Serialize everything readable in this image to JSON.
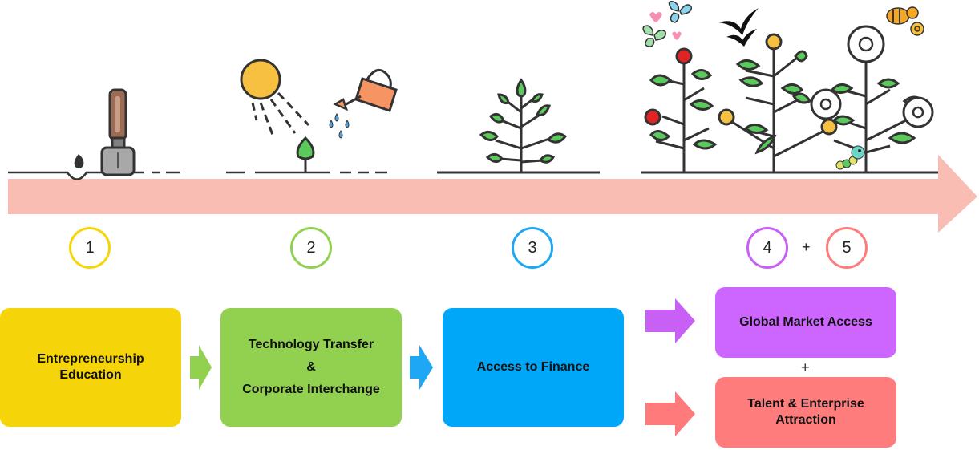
{
  "stages": [
    {
      "number": "1",
      "color": "#f5d40a"
    },
    {
      "number": "2",
      "color": "#92d050"
    },
    {
      "number": "3",
      "color": "#1ea7f5"
    },
    {
      "number": "4",
      "color": "#c860f5"
    },
    {
      "number": "5",
      "color": "#ff7b7b"
    }
  ],
  "plus_sign": "+",
  "boxes": {
    "education": {
      "lines": [
        "Entrepreneurship",
        "Education"
      ],
      "color": "#f5d40a"
    },
    "tech_transfer": {
      "lines": [
        "Technology Transfer",
        "&",
        "Corporate Interchange"
      ],
      "color": "#92d050"
    },
    "finance": {
      "lines": [
        "Access to Finance"
      ],
      "color": "#00a6f7"
    },
    "global": {
      "lines": [
        "Global Market Access"
      ],
      "color": "#cc66ff"
    },
    "talent": {
      "lines": [
        "Talent & Enterprise",
        "Attraction"
      ],
      "color": "#ff7c7c"
    }
  },
  "timeline_color": "#f9bdb4",
  "icons": [
    "trowel-icon",
    "seed-icon",
    "sun-icon",
    "watering-can-icon",
    "sprout-icon",
    "young-plant-icon",
    "flowering-plants-icon",
    "butterfly-icon",
    "birds-icon",
    "bee-icon",
    "caterpillar-icon"
  ]
}
